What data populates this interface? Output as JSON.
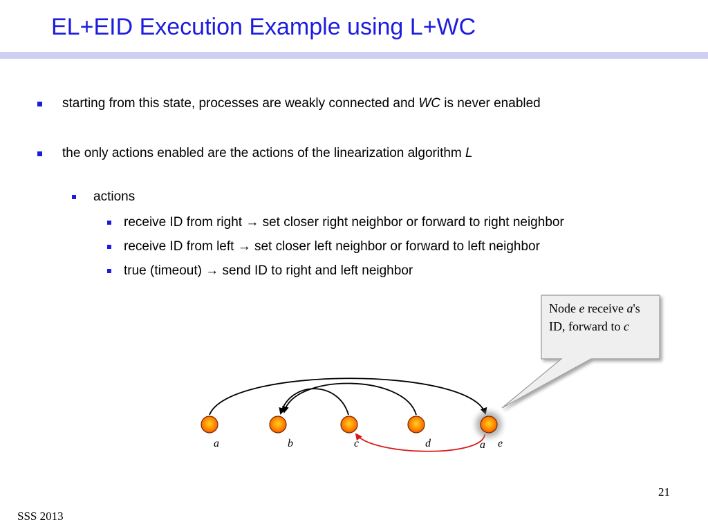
{
  "slide": {
    "title": "EL+EID Execution Example using L+WC",
    "page_number": "21",
    "footer": "SSS 2013"
  },
  "bullets": {
    "b1": {
      "before": "starting from this state, processes are weakly connected and ",
      "em": "WC",
      "after": " is never enabled"
    },
    "b2": {
      "before": "the only actions enabled are the actions of the linearization algorithm ",
      "em": "L"
    },
    "b3": "actions",
    "b4": "receive ID from right → set closer right neighbor or forward to right neighbor",
    "b5": "receive ID from left →  set closer left neighbor or forward to left neighbor",
    "b6": "true (timeout) → send ID to right and left neighbor"
  },
  "callout": {
    "t1": "Node ",
    "t2": "e",
    "t3": " receive ",
    "t4": "a",
    "t5": "'s ID, forward to ",
    "t6": "c"
  },
  "nodes": [
    {
      "label": "a"
    },
    {
      "label": "b"
    },
    {
      "label": "c"
    },
    {
      "label": "d"
    },
    {
      "label": "e"
    }
  ],
  "message_label": "a",
  "colors": {
    "title": "#1c1ce0",
    "bullet_mark": "#1c1ce0",
    "node_fill": "#ff6a00",
    "node_highlight": "#ffd21a",
    "message_arrow": "#d81818"
  }
}
